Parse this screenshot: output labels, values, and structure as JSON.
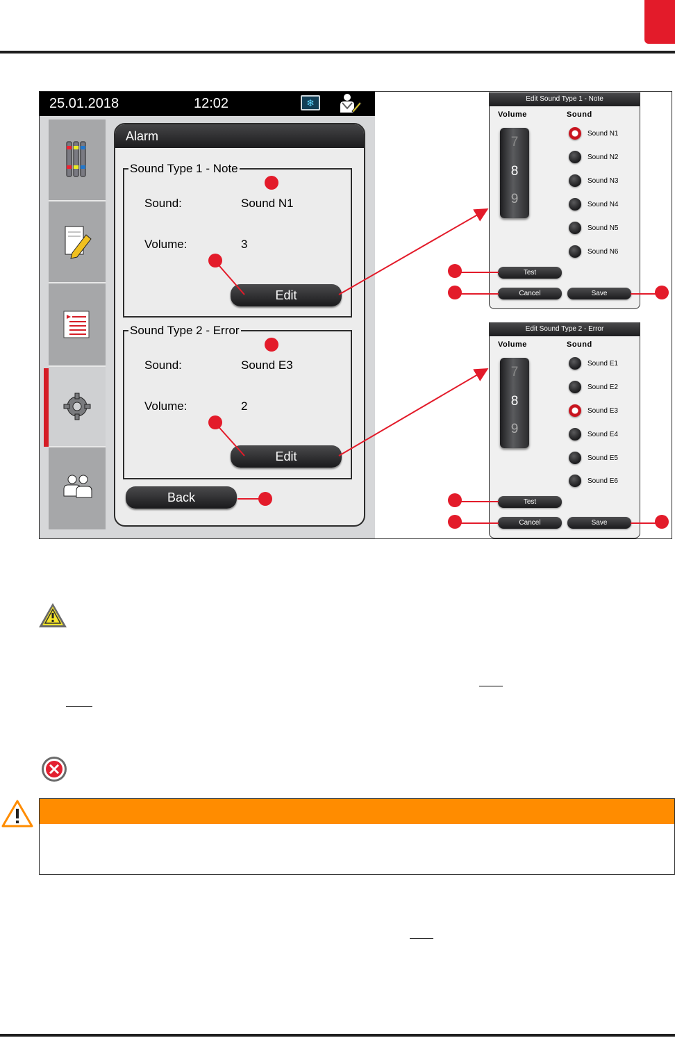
{
  "device": {
    "date": "25.01.2018",
    "time": "12:02",
    "panel_title": "Alarm",
    "sound_type_1": {
      "legend": "Sound Type 1 - Note",
      "sound_label": "Sound:",
      "sound_value": "Sound N1",
      "volume_label": "Volume:",
      "volume_value": "3",
      "edit_label": "Edit"
    },
    "sound_type_2": {
      "legend": "Sound Type 2 - Error",
      "sound_label": "Sound:",
      "sound_value": "Sound E3",
      "volume_label": "Volume:",
      "volume_value": "2",
      "edit_label": "Edit"
    },
    "back_label": "Back",
    "sidebar_icons": [
      "reagent-vials-icon",
      "notepad-edit-icon",
      "program-list-icon",
      "settings-gear-icon",
      "user-access-icon"
    ],
    "status_icons": [
      "cooling-snowflake-icon",
      "user-supervisor-icon"
    ]
  },
  "dialog_note": {
    "title": "Edit Sound Type 1 - Note",
    "volume_header": "Volume",
    "sound_header": "Sound",
    "drum_digits": [
      "7",
      "8",
      "9"
    ],
    "options": [
      "Sound N1",
      "Sound N2",
      "Sound N3",
      "Sound N4",
      "Sound N5",
      "Sound N6"
    ],
    "selected_index": 0,
    "test_label": "Test",
    "cancel_label": "Cancel",
    "save_label": "Save"
  },
  "dialog_error": {
    "title": "Edit Sound Type 2 - Error",
    "volume_header": "Volume",
    "sound_header": "Sound",
    "drum_digits": [
      "7",
      "8",
      "9"
    ],
    "options": [
      "Sound E1",
      "Sound E2",
      "Sound E3",
      "Sound E4",
      "Sound E5",
      "Sound E6"
    ],
    "selected_index": 2,
    "test_label": "Test",
    "cancel_label": "Cancel",
    "save_label": "Save"
  },
  "colors": {
    "accent_red": "#e31b2a",
    "warning_orange": "#ff8c00",
    "ui_dark": "#1c1c1e",
    "screen_gray": "#d6d7d9"
  },
  "note_icons": [
    "caution-triangle-icon",
    "error-x-circle-icon",
    "warning-exclamation-icon"
  ]
}
